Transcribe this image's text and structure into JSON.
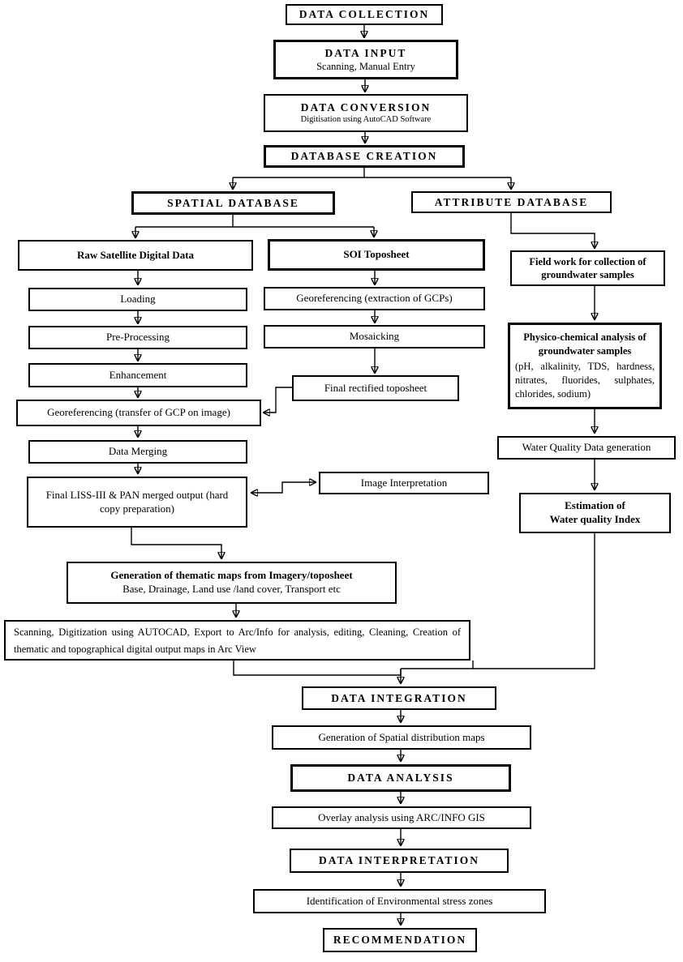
{
  "colors": {
    "background": "#ffffff",
    "ink": "#000000"
  },
  "diagram": {
    "type": "flowchart",
    "nodes": {
      "data_collection": {
        "label": "DATA COLLECTION"
      },
      "data_input": {
        "label": "DATA INPUT",
        "sub": "Scanning, Manual Entry"
      },
      "data_conversion": {
        "label": "DATA CONVERSION",
        "sub": "Digitisation using AutoCAD Software"
      },
      "database_creation": {
        "label": "DATABASE CREATION"
      },
      "spatial_database": {
        "label": "SPATIAL DATABASE"
      },
      "attribute_database": {
        "label": "ATTRIBUTE DATABASE"
      },
      "raw_satellite": {
        "label": "Raw Satellite Digital Data"
      },
      "loading": {
        "label": "Loading"
      },
      "pre_processing": {
        "label": "Pre-Processing"
      },
      "enhancement": {
        "label": "Enhancement"
      },
      "geo_transfer": {
        "label": "Georeferencing (transfer of GCP on image)"
      },
      "data_merging": {
        "label": "Data Merging"
      },
      "final_liss": {
        "label": "Final LISS-III & PAN merged output (hard copy preparation)"
      },
      "soi_toposheet": {
        "label": "SOI Toposheet"
      },
      "geo_extraction": {
        "label": "Georeferencing (extraction of GCPs)"
      },
      "mosaicking": {
        "label": "Mosaicking"
      },
      "final_toposheet": {
        "label": "Final rectified toposheet"
      },
      "image_interpretation": {
        "label": "Image Interpretation"
      },
      "generation_thematic": {
        "label": "Generation of thematic maps from Imagery/toposheet",
        "sub": "Base, Drainage, Land use /land cover, Transport etc"
      },
      "scanning_wide": {
        "label": "Scanning, Digitization using AUTOCAD, Export to Arc/Info for analysis, editing, Cleaning, Creation of thematic and topographical digital output maps in Arc View"
      },
      "field_work": {
        "label": "Field work for collection of groundwater samples"
      },
      "physico": {
        "label": "Physico-chemical analysis of groundwater samples",
        "sub": "(pH, alkalinity, TDS, hardness, nitrates, fluorides, sulphates, chlorides, sodium)"
      },
      "water_quality": {
        "label": "Water Quality Data generation"
      },
      "estimation": {
        "line1": "Estimation of",
        "line2": "Water quality Index"
      },
      "data_integration": {
        "label": "DATA INTEGRATION"
      },
      "gen_spatial": {
        "label": "Generation of Spatial distribution maps"
      },
      "data_analysis": {
        "label": "DATA ANALYSIS"
      },
      "overlay": {
        "label": "Overlay analysis using ARC/INFO GIS"
      },
      "data_interpretation": {
        "label": "DATA INTERPRETATION"
      },
      "identification": {
        "label": "Identification of Environmental stress zones"
      },
      "recommendation": {
        "label": "RECOMMENDATION"
      }
    },
    "edges": [
      {
        "from": "data_collection",
        "to": "data_input"
      },
      {
        "from": "data_input",
        "to": "data_conversion"
      },
      {
        "from": "data_conversion",
        "to": "database_creation"
      },
      {
        "from": "database_creation",
        "to": "spatial_database"
      },
      {
        "from": "database_creation",
        "to": "attribute_database"
      },
      {
        "from": "spatial_database",
        "to": "raw_satellite"
      },
      {
        "from": "spatial_database",
        "to": "soi_toposheet"
      },
      {
        "from": "attribute_database",
        "to": "field_work"
      },
      {
        "from": "raw_satellite",
        "to": "loading"
      },
      {
        "from": "loading",
        "to": "pre_processing"
      },
      {
        "from": "pre_processing",
        "to": "enhancement"
      },
      {
        "from": "enhancement",
        "to": "geo_transfer"
      },
      {
        "from": "geo_transfer",
        "to": "data_merging"
      },
      {
        "from": "data_merging",
        "to": "final_liss"
      },
      {
        "from": "soi_toposheet",
        "to": "geo_extraction"
      },
      {
        "from": "geo_extraction",
        "to": "mosaicking"
      },
      {
        "from": "mosaicking",
        "to": "final_toposheet"
      },
      {
        "from": "final_toposheet",
        "to": "geo_transfer"
      },
      {
        "from": "final_liss",
        "to": "image_interpretation",
        "bidirectional": true
      },
      {
        "from": "final_liss",
        "to": "generation_thematic"
      },
      {
        "from": "generation_thematic",
        "to": "scanning_wide"
      },
      {
        "from": "scanning_wide",
        "to": "data_integration"
      },
      {
        "from": "field_work",
        "to": "physico"
      },
      {
        "from": "physico",
        "to": "water_quality"
      },
      {
        "from": "water_quality",
        "to": "estimation"
      },
      {
        "from": "estimation",
        "to": "data_integration"
      },
      {
        "from": "data_integration",
        "to": "gen_spatial"
      },
      {
        "from": "gen_spatial",
        "to": "data_analysis"
      },
      {
        "from": "data_analysis",
        "to": "overlay"
      },
      {
        "from": "overlay",
        "to": "data_interpretation"
      },
      {
        "from": "data_interpretation",
        "to": "identification"
      },
      {
        "from": "identification",
        "to": "recommendation"
      }
    ]
  }
}
